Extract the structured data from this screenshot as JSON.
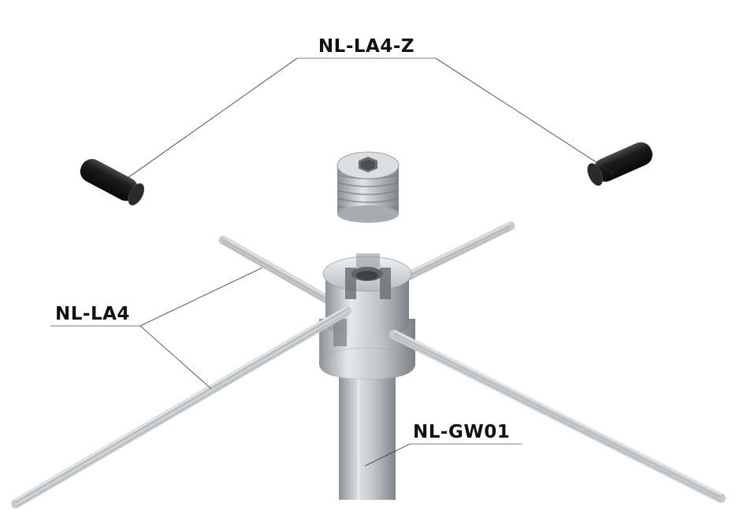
{
  "labels": {
    "pins": "NL-LA4-Z",
    "wire": "NL-LA4",
    "post": "NL-GW01"
  },
  "colors": {
    "background": "#ffffff",
    "label_text": "#111111",
    "leader_line": "#333333",
    "pin_black": "#1c1c1c",
    "metal_light": "#d9dcde",
    "metal_mid": "#b4b8bb",
    "metal_dark": "#7d8286"
  }
}
